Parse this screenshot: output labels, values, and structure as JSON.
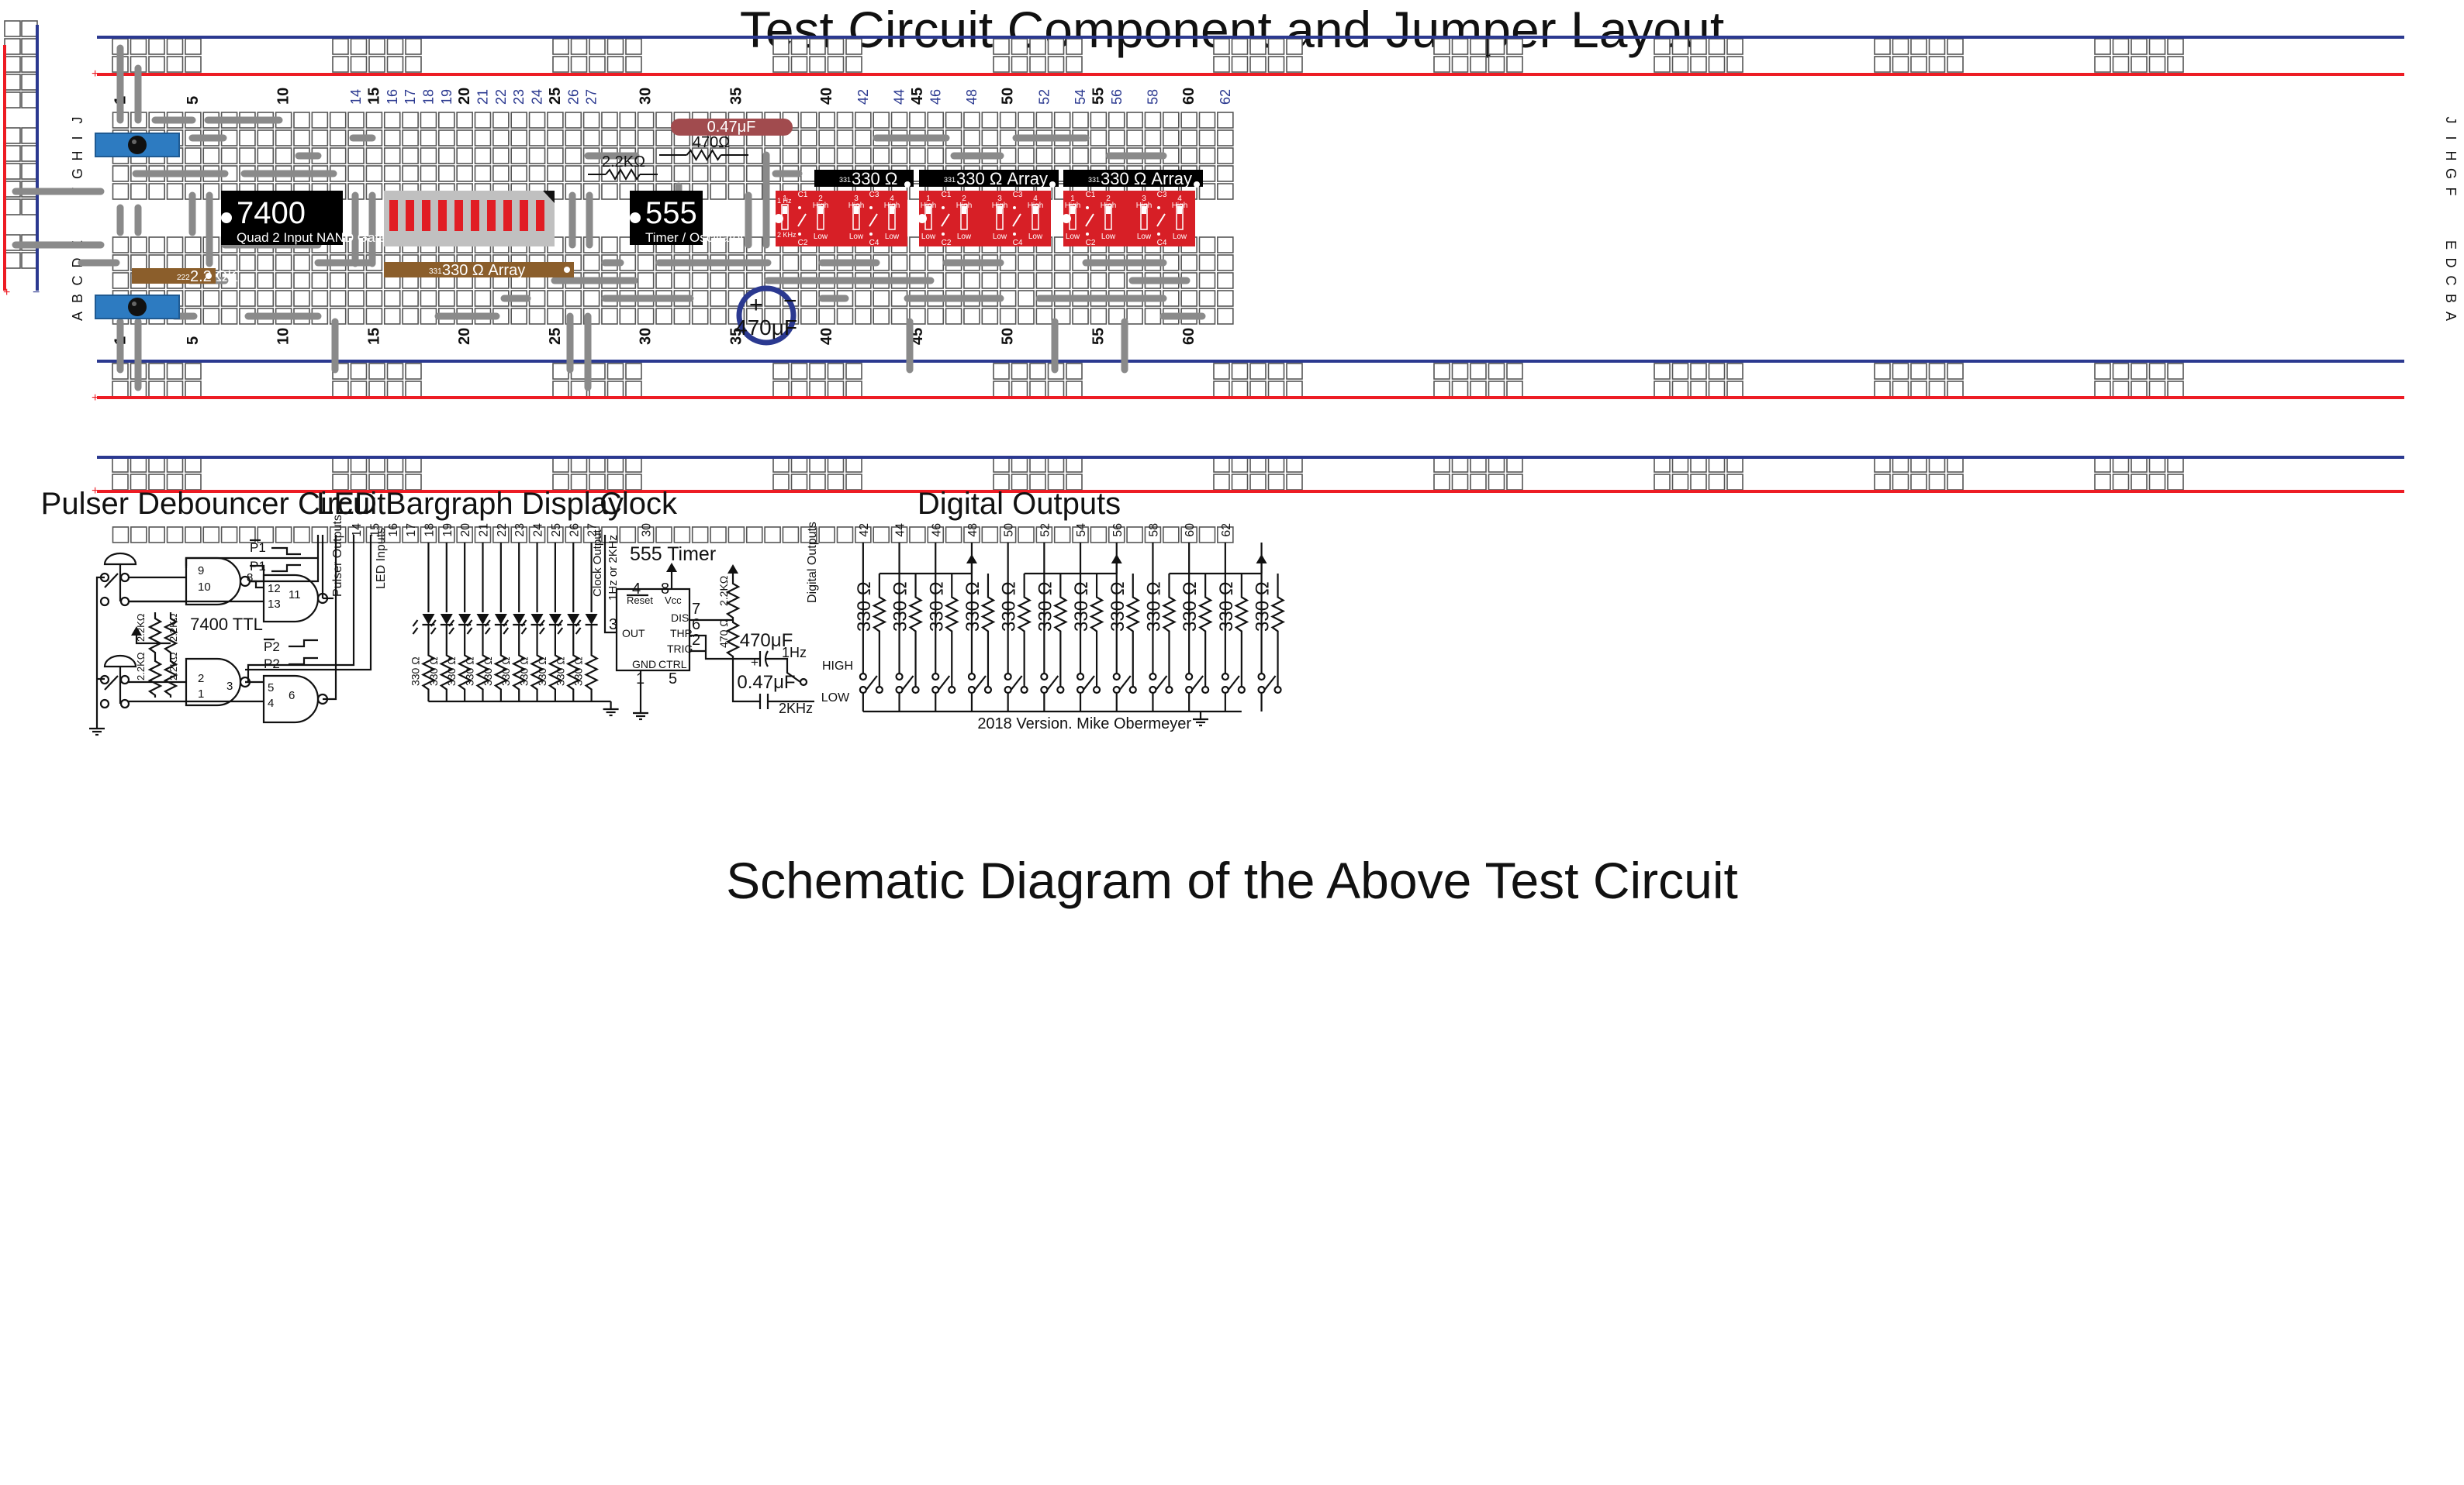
{
  "titles": {
    "layout": "Test Circuit Component and Jumper Layout",
    "schematic": "Schematic Diagram of the Above Test Circuit"
  },
  "row_labels": [
    "J",
    "I",
    "H",
    "G",
    "F",
    "E",
    "D",
    "C",
    "B",
    "A"
  ],
  "col_labels_top": [
    "1",
    "5",
    "10",
    "14",
    "15",
    "16",
    "17",
    "18",
    "19",
    "20",
    "21",
    "22",
    "23",
    "24",
    "25",
    "26",
    "27",
    "30",
    "35",
    "40",
    "42",
    "44",
    "45",
    "46",
    "48",
    "50",
    "52",
    "54",
    "55",
    "56",
    "58",
    "60",
    "62"
  ],
  "col_labels_bottom": [
    "1",
    "5",
    "10",
    "15",
    "20",
    "25",
    "30",
    "35",
    "40",
    "45",
    "50",
    "55",
    "60"
  ],
  "rail_marks": {
    "plus": "+",
    "minus": "−"
  },
  "components": {
    "nand_chip": {
      "number": "7400",
      "desc": "Quad 2 Input NAND Gate"
    },
    "timer_chip": {
      "number": "555",
      "desc": "Timer / Oscillator"
    },
    "resistor_22k_array": {
      "code": "222",
      "label": "2.2 ΩK"
    },
    "resistor_330_bar_array": {
      "code": "331",
      "label": "330 Ω Array"
    },
    "cap_047": {
      "label": "0.47μF"
    },
    "res_470": {
      "label": "470Ω"
    },
    "res_22k": {
      "label": "2.2KΩ"
    },
    "cap_470": {
      "label": "470μF",
      "plus": "+",
      "minus": "−"
    },
    "out_array_1": {
      "code": "331",
      "label": "330 Ω"
    },
    "out_array_2": {
      "code": "331",
      "label": "330 Ω Array"
    },
    "out_array_3": {
      "code": "331",
      "label": "330 Ω Array"
    },
    "dip_labels": {
      "hz1": "1 Hz",
      "khz2": "2 KHz",
      "high": "High",
      "low": "Low",
      "n1": "1",
      "n2": "2",
      "n3": "3",
      "n4": "4",
      "c1": "C1",
      "c2": "C2",
      "c3": "C3",
      "c4": "C4"
    }
  },
  "schematic": {
    "sections": {
      "pulser": "Pulser Debouncer Circuit",
      "bargraph": "LED Bargraph Display",
      "clock": "Clock",
      "outputs": "Digital Outputs"
    },
    "pin_nums": [
      "14",
      "15",
      "16",
      "17",
      "18",
      "19",
      "20",
      "21",
      "22",
      "23",
      "24",
      "25",
      "26",
      "27",
      "30",
      "42",
      "44",
      "46",
      "48",
      "50",
      "52",
      "54",
      "56",
      "58",
      "60",
      "62"
    ],
    "pulser": {
      "ttl": "7400 TTL",
      "outputs": "Pulser Outputs",
      "p1bar": "P1",
      "p1": "P1",
      "p2bar": "P2",
      "p2": "P2",
      "r22k": "2.2KΩ",
      "pins": {
        "p9": "9",
        "p10": "10",
        "p8": "8",
        "p12": "12",
        "p13": "13",
        "p11": "11",
        "p2": "2",
        "p1": "1",
        "p3": "3",
        "p5": "5",
        "p4": "4",
        "p6": "6"
      }
    },
    "bargraph": {
      "inputs": "LED Inputs",
      "r330": "330 Ω"
    },
    "clock": {
      "chip": "555 Timer",
      "output": "Clock Output",
      "freq": "1Hz  or  2KHz",
      "reset": "Reset",
      "vcc": "Vcc",
      "out": "OUT",
      "dis": "DIS",
      "thr": "THR",
      "trig": "TRIG",
      "gnd": "GND",
      "ctrl": "CTRL",
      "pin4": "4",
      "pin8": "8",
      "pin3": "3",
      "pin7": "7",
      "pin6": "6",
      "pin2": "2",
      "pin1": "1",
      "pin5": "5",
      "r22k": "2.2KΩ",
      "r470": "470 Ω",
      "c470": "470μF",
      "c047": "0.47μF",
      "plus": "+",
      "f1": "1Hz",
      "f2": "2KHz"
    },
    "outputs": {
      "label": "Digital Outputs",
      "r330": "330 Ω",
      "high": "HIGH",
      "low": "LOW"
    }
  },
  "footer": "2018 Version.  Mike Obermeyer",
  "colors": {
    "blue_rail": "#2b3990",
    "red_rail": "#ed1c24",
    "jumper": "#8a8a8a",
    "chip": "#000000",
    "brown": "#8b5e2b",
    "cap_red": "#a14b4e",
    "dip_red": "#d71f26",
    "pot_blue": "#2d7bc1",
    "bar_gray": "#c0c0c0"
  }
}
